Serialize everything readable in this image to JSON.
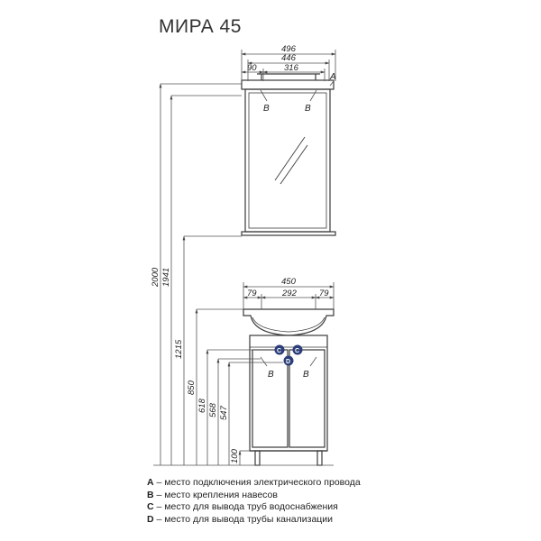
{
  "title": "МИРА 45",
  "mirror_dims": {
    "total": "496",
    "inner": "446",
    "left": "90",
    "mid": "316",
    "marker": "A"
  },
  "cabinet_dims": {
    "total": "450",
    "left": "79",
    "mid": "292",
    "right": "79"
  },
  "heights": [
    "2000",
    "1941",
    "1215",
    "850",
    "618",
    "568",
    "547",
    "100"
  ],
  "markers": {
    "b": "B",
    "c": "C",
    "d": "D"
  },
  "legend": [
    {
      "key": "A",
      "text": " – место подключения электрического провода"
    },
    {
      "key": "B",
      "text": " – место крепления навесов"
    },
    {
      "key": "C",
      "text": " – место для вывода труб водоснабжения"
    },
    {
      "key": "D",
      "text": " – место для вывода трубы канализации"
    }
  ],
  "colors": {
    "line": "#3a3a3a",
    "dim_line": "#555555",
    "marker_fill": "#2c3e7a"
  }
}
